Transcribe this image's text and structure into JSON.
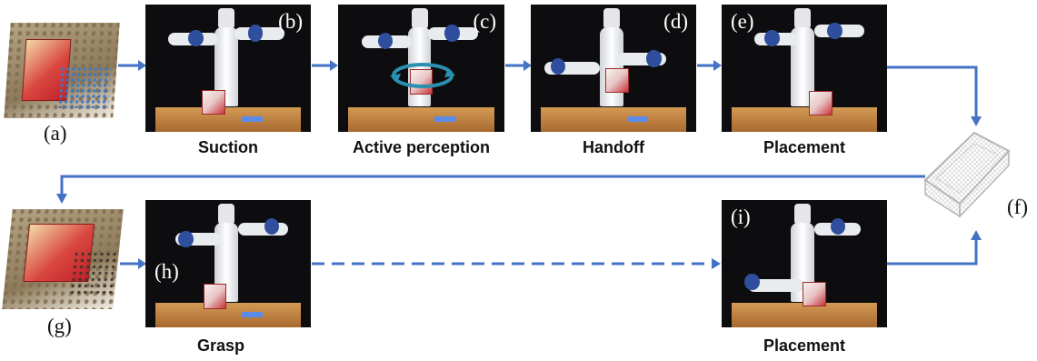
{
  "panels": {
    "b": {
      "label": "(b)",
      "caption": "Suction"
    },
    "c": {
      "label": "(c)",
      "caption": "Active perception"
    },
    "d": {
      "label": "(d)",
      "caption": "Handoff"
    },
    "e": {
      "label": "(e)",
      "caption": "Placement"
    },
    "h": {
      "label": "(h)",
      "caption": "Grasp"
    },
    "i": {
      "label": "(i)",
      "caption": "Placement"
    }
  },
  "side_labels": {
    "a": "(a)",
    "f": "(f)",
    "g": "(g)"
  },
  "colors": {
    "arrow": "#4472c4",
    "table_mark": "#5b8be6",
    "robot_joint": "#2f4f9e"
  }
}
